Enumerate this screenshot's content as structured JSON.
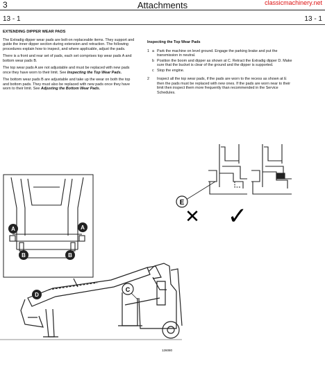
{
  "header": {
    "section_number": "3",
    "title": "Attachments",
    "watermark": "classicmachinery.net",
    "page_left": "13 - 1",
    "page_right": "13 - 1"
  },
  "left_column": {
    "heading": "EXTENDING DIPPER WEAR PADS",
    "para1": "The Extradig dipper wear pads are bolt-on replaceable items. They support and guide the inner dipper section during extension and retraction. The following procedures explain how to inspect, and where applicable, adjust the pads.",
    "para2": "There is a front and rear set of pads, each set comprises top wear pads A and bottom wear pads B.",
    "para3": "The top wear pads A are not adjustable and must be replaced with new pads once they have worn to their limit. See",
    "para3_ref": "Inspecting the Top Wear Pads.",
    "para4": "The bottom wear pads B are adjustable and take up the wear on both the top and bottom pads. They must also be replaced with new pads once they have worn to their limit. See",
    "para4_ref": "Adjusting the Bottom Wear Pads."
  },
  "right_column": {
    "heading": "Inspecting the Top Wear Pads",
    "step1_no": "1",
    "step1a_letter": "a",
    "step1a": "Park the machine on level ground. Engage the parking brake and put the transmission in neutral.",
    "step1b_letter": "b",
    "step1b": "Position the boom and dipper as shown at C. Retract the Extradig dipper D. Make sure that the bucket is clear of the ground and the dipper is supported.",
    "step1c_letter": "c",
    "step1c": "Stop the engine.",
    "step2_no": "2",
    "step2": "Inspect all the top wear pads, if the pads are worn to the recess as shown at E then the pads must be replaced with new ones. If the pads are worn near to their limit then inspect them more frequently than recommended in the Service Schedules."
  },
  "figures": {
    "label_A": "A",
    "label_B": "B",
    "label_C": "C",
    "label_D": "D",
    "label_E": "E",
    "mark_bad": "✕",
    "mark_good": "✓",
    "figure_number": "126080"
  }
}
